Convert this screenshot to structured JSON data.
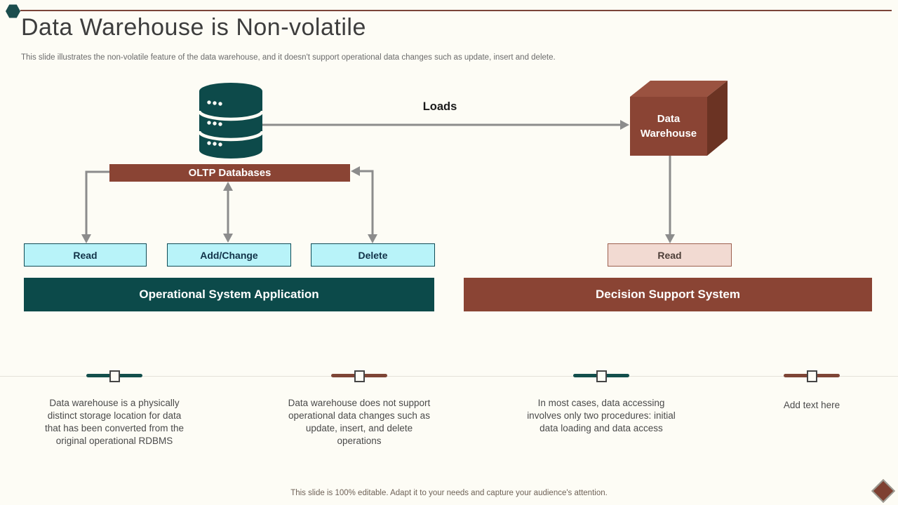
{
  "slide": {
    "title": "Data Warehouse is Non-volatile",
    "subtitle": "This slide illustrates the non-volatile feature of the data warehouse, and it doesn't support operational data changes such as update, insert and delete.",
    "footer": "This slide is 100% editable. Adapt it to your needs and capture your audience's attention."
  },
  "diagram": {
    "oltp_label": "OLTP Databases",
    "loads_label": "Loads",
    "warehouse_label": "Data Warehouse",
    "oltp_operations": [
      "Read",
      "Add/Change",
      "Delete"
    ],
    "dss_operation": "Read",
    "left_system_label": "Operational System Application",
    "right_system_label": "Decision Support System"
  },
  "notes": [
    {
      "text": "Data warehouse is a physically distinct storage location for data that has been converted from the original operational RDBMS",
      "accent": "#134F4C"
    },
    {
      "text": "Data warehouse does not support operational data changes such as update, insert, and delete operations",
      "accent": "#7E4536"
    },
    {
      "text": "In most cases, data accessing involves only two procedures: initial data loading and data access",
      "accent": "#134F4C"
    },
    {
      "text": "Add text here",
      "accent": "#7E4536"
    }
  ],
  "colors": {
    "background": "#FDFCF5",
    "teal_dark": "#0C4A4A",
    "brown": "#8A4434",
    "brown_top_face": "#9A5240",
    "brown_side_face": "#6B3323",
    "cyan_fill": "#B8F3F9",
    "cyan_border": "#0F4B55",
    "pink_fill": "#F2DAD2",
    "pink_border": "#9C5F4E",
    "arrow_gray": "#8C8C8C",
    "accent_line_brown": "#7A4438"
  }
}
